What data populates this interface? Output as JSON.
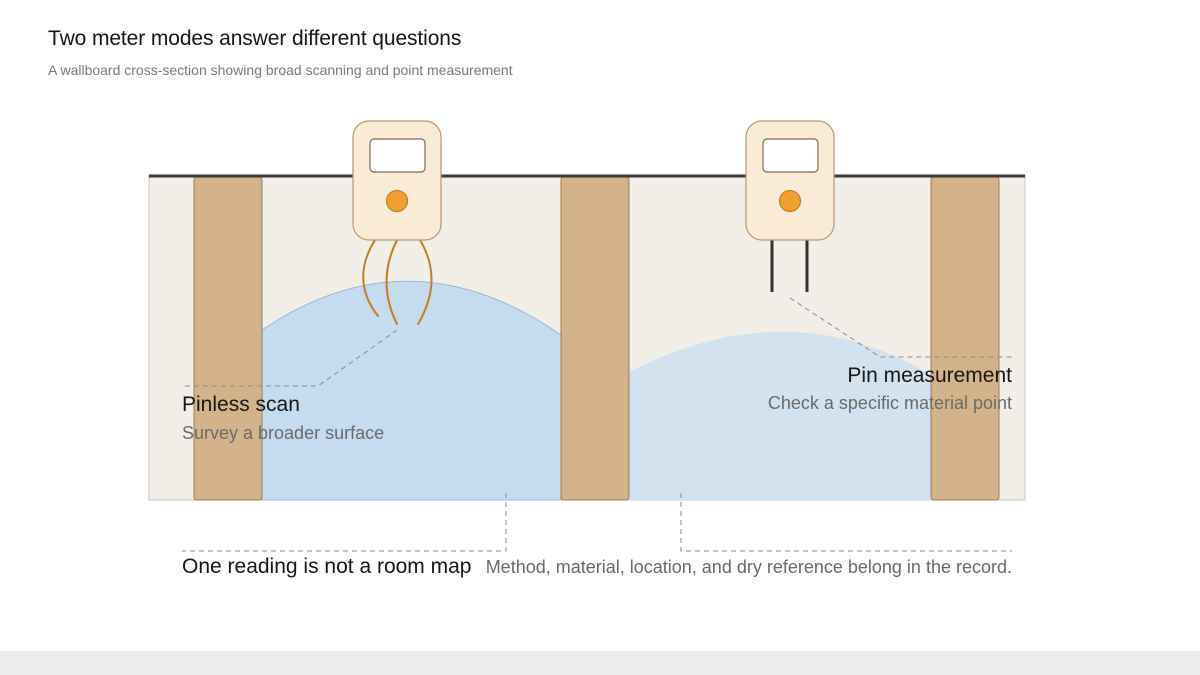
{
  "header": {
    "title": "Two meter modes answer different questions",
    "subtitle": "A wallboard cross-section showing broad scanning and point measurement"
  },
  "callouts": {
    "pinless": {
      "title": "Pinless scan",
      "note": "Survey a broader surface"
    },
    "pin": {
      "title": "Pin measurement",
      "note": "Check a specific material point"
    },
    "room_map": {
      "text": "One reading is not a room map"
    },
    "record": {
      "text": "Method, material, location, and dry reference belong in the record."
    }
  },
  "icons": {
    "pinless_meter": "pinless-meter-icon",
    "pin_meter": "pin-meter-icon",
    "scan_field": "scan-field-icon",
    "pin_probes": "pin-probes-icon"
  },
  "colors": {
    "wallboard": "#f2efe8",
    "stud": "#d4b38a",
    "stud_edge": "#9c7c55",
    "moisture_broad": "#c4dbf0",
    "moisture_local": "#d3e2ef",
    "meter_body": "#faebd7",
    "meter_edge": "#b89770",
    "meter_button": "#f0a030",
    "scan_field": "#c47f1a",
    "leader": "#8a8a8a",
    "wall_top": "#3a3a3a"
  }
}
